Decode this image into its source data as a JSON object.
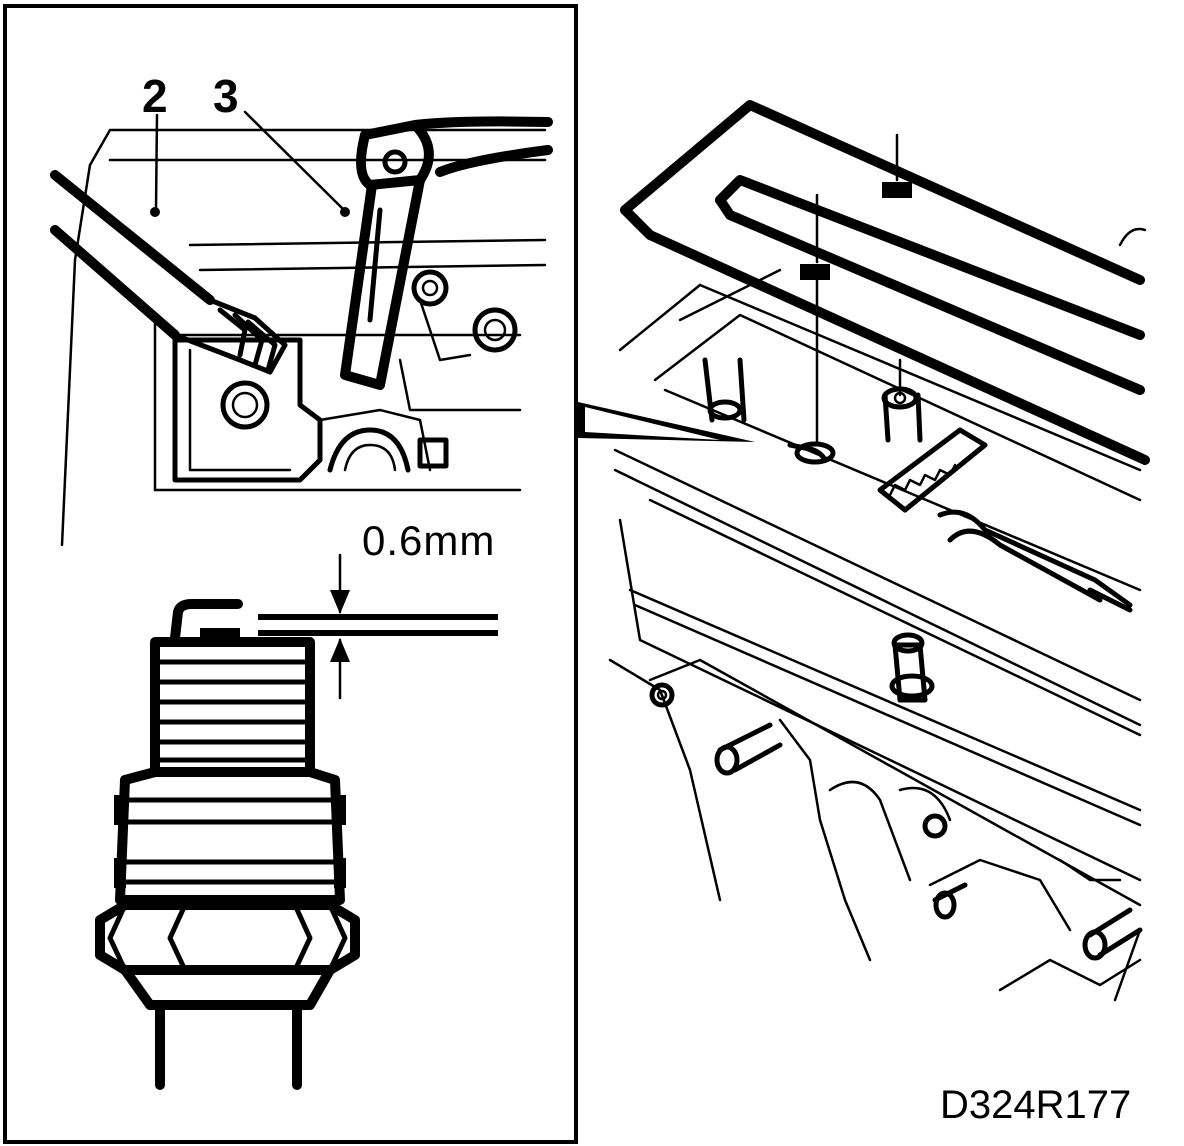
{
  "labels": {
    "callout_2": "2",
    "callout_3": "3",
    "gap_dimension": "0.6mm",
    "figure_code": "D324R177"
  },
  "colors": {
    "ink": "#000000",
    "paper": "#ffffff"
  }
}
